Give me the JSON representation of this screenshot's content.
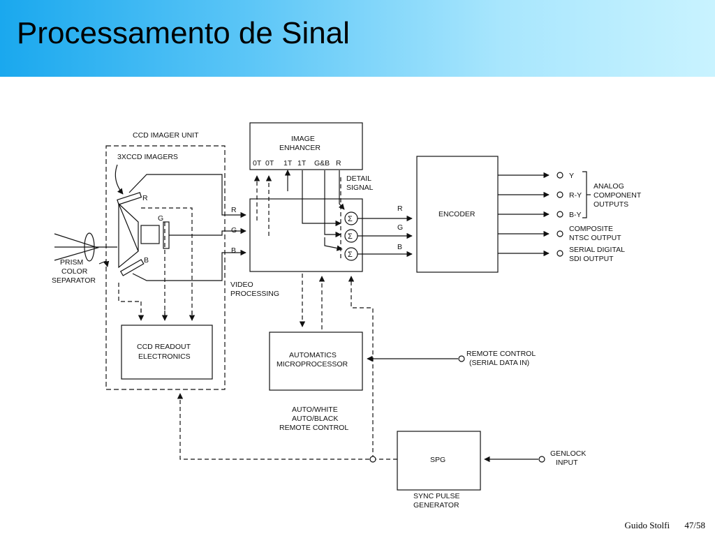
{
  "slide": {
    "title": "Processamento de Sinal",
    "author": "Guido Stolfi",
    "page": "47/58"
  },
  "colors": {
    "header_start": "#1aa8ee",
    "header_end": "#c9f3ff",
    "line": "#111111"
  },
  "diagram": {
    "ccd_imager_unit": "CCD IMAGER UNIT",
    "three_ccd_imagers": "3XCCD IMAGERS",
    "prism_label": [
      "PRISM",
      "COLOR",
      "SEPARATOR"
    ],
    "ccd_r": "R",
    "ccd_g": "G",
    "ccd_b": "B",
    "ccd_readout": [
      "CCD READOUT",
      "ELECTRONICS"
    ],
    "image_enhancer": [
      "IMAGE",
      "ENHANCER"
    ],
    "enhancer_ports": [
      "0T",
      "0T",
      "1T",
      "1T",
      "G&B",
      "R"
    ],
    "detail_signal": [
      "DETAIL",
      "SIGNAL"
    ],
    "video_processing": [
      "VIDEO",
      "PROCESSING"
    ],
    "vp_in_r": "R",
    "vp_in_g": "G",
    "vp_in_b": "B",
    "vp_out_r": "R",
    "vp_out_g": "G",
    "vp_out_b": "B",
    "sigma": "Σ",
    "encoder": "ENCODER",
    "outputs": [
      {
        "label": "Y"
      },
      {
        "label": "R-Y"
      },
      {
        "label": "B-Y"
      },
      {
        "label": "COMPOSITE",
        "label2": "NTSC OUTPUT"
      },
      {
        "label": "SERIAL DIGITAL",
        "label2": "SDI OUTPUT"
      }
    ],
    "analog_outputs": [
      "ANALOG",
      "COMPONENT",
      "OUTPUTS"
    ],
    "automatics": [
      "AUTOMATICS",
      "MICROPROCESSOR"
    ],
    "auto_labels": [
      "AUTO/WHITE",
      "AUTO/BLACK",
      "REMOTE CONTROL"
    ],
    "remote_control": [
      "REMOTE CONTROL",
      "(SERIAL DATA IN)"
    ],
    "spg": "SPG",
    "sync_pulse": [
      "SYNC PULSE",
      "GENERATOR"
    ],
    "genlock": [
      "GENLOCK",
      "INPUT"
    ]
  }
}
